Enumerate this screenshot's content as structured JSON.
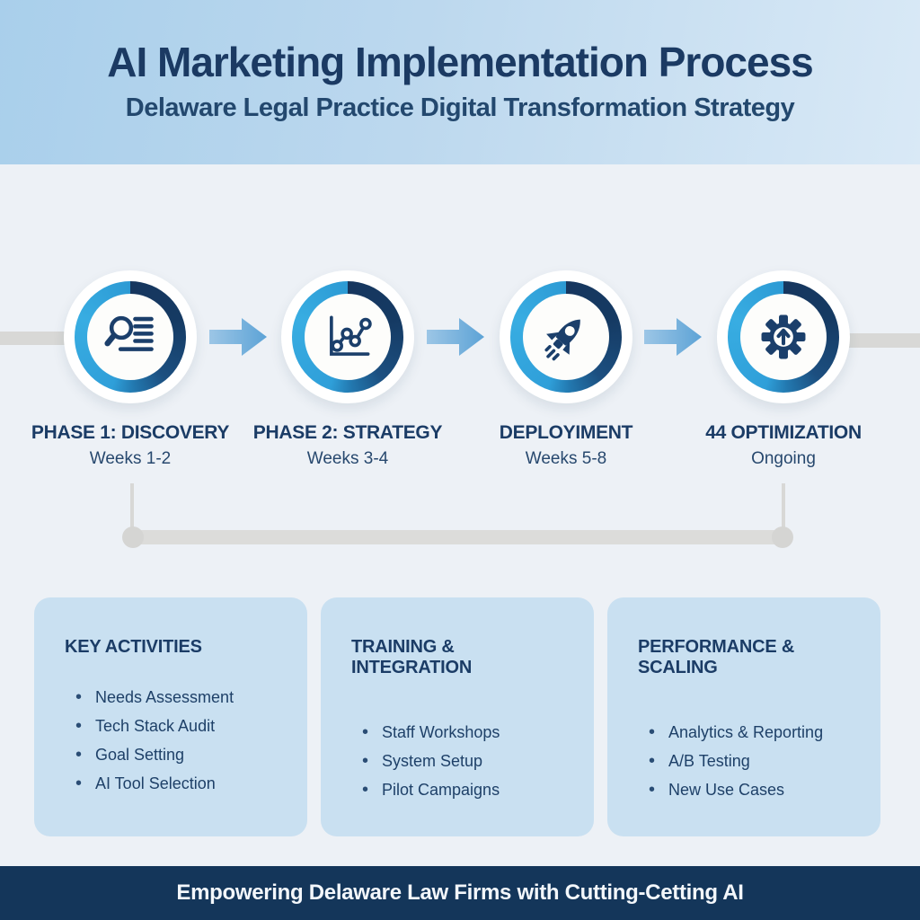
{
  "header": {
    "title": "AI Marketing Implementation Process",
    "subtitle": "Delaware Legal Practice Digital Transformation Strategy"
  },
  "timeline": {
    "phases": [
      {
        "name": "PHASE 1: DISCOVERY",
        "duration": "Weeks 1-2",
        "icon": "magnifier-list-icon"
      },
      {
        "name": "PHASE 2: STRATEGY",
        "duration": "Weeks 3-4",
        "icon": "line-chart-icon"
      },
      {
        "name": "DEPLOYIMENT",
        "duration": "Weeks 5-8",
        "icon": "rocket-icon"
      },
      {
        "name": "44 OPTIMIZATION",
        "duration": "Ongoing",
        "icon": "gear-up-arrow-icon"
      }
    ]
  },
  "cards": [
    {
      "title": "KEY ACTIVITIES",
      "items": [
        "Needs Assessment",
        "Tech Stack Audit",
        "Goal Setting",
        "AI Tool Selection"
      ]
    },
    {
      "title": "TRAINING & INTEGRATION",
      "items": [
        "Staff Workshops",
        "System Setup",
        "Pilot Campaigns"
      ]
    },
    {
      "title": "PERFORMANCE & SCALING",
      "items": [
        "Analytics & Reporting",
        "A/B Testing",
        "New Use Cases"
      ]
    }
  ],
  "footer": {
    "tagline": "Empowering Delaware Law Firms with Cutting-Cetting AI"
  },
  "colors": {
    "header_gradient_start": "#a9cfeb",
    "header_gradient_end": "#d9e9f6",
    "body_background": "#edf1f6",
    "heading_navy": "#1b3a63",
    "ring_light_blue": "#2f9fd9",
    "ring_dark_navy": "#16365e",
    "arrow_blue": "#6fabda",
    "track_gray": "#d8d8d6",
    "card_background": "#c9e0f1",
    "footer_background": "#14365a",
    "footer_text": "#f3f7fb"
  }
}
